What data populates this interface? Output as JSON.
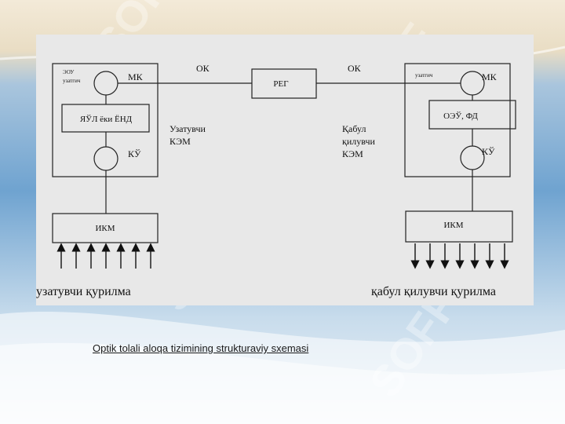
{
  "diagram": {
    "left_station": {
      "small_label_line1": "ЭОУ",
      "small_label_line2": "узатгич",
      "mk": "МК",
      "modulator": "ЯЎЛ ёки ЁНД",
      "ku": "КЎ",
      "ikm": "ИКМ",
      "caption": "узатувчи қурилма"
    },
    "right_station": {
      "small_label": "узатгич",
      "mk": "МК",
      "detector": "ОЭЎ, ФД",
      "ku": "КЎ",
      "ikm": "ИКМ",
      "caption": "қабул қилувчи қурилма"
    },
    "ok_left": "ОК",
    "ok_right": "ОК",
    "regenerator": "РЕГ",
    "tx_kem_line1": "Узатувчи",
    "tx_kem_line2": "КЭМ",
    "rx_kem_line1": "Қабул",
    "rx_kem_line2": "қилувчи",
    "rx_kem_line3": "КЭМ"
  },
  "slide": {
    "caption": "Optik tolali aloqa tizimining strukturaviy sxemasi",
    "watermark": "SOFF"
  }
}
